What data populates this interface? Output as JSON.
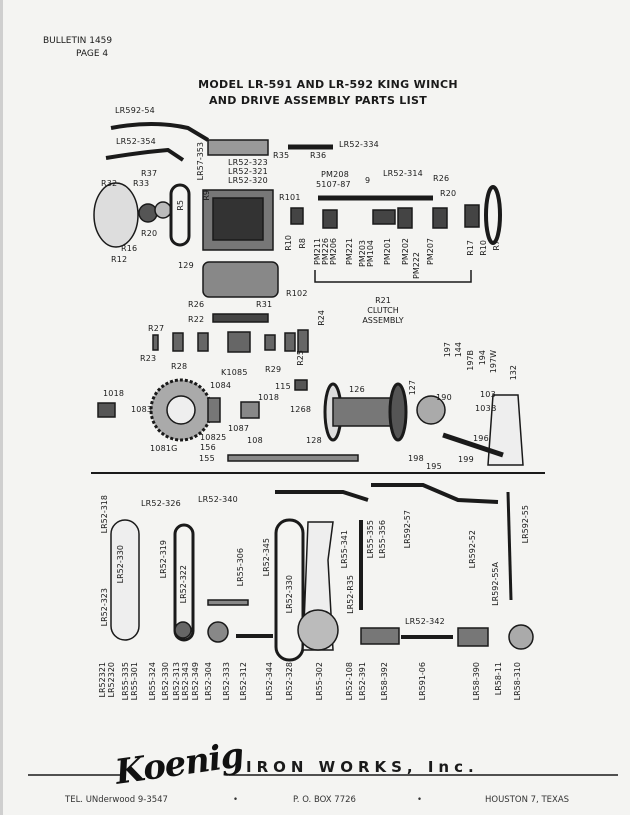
{
  "header": {
    "bulletin": "BULLETIN 1459",
    "page": "PAGE 4"
  },
  "title": {
    "line1": "MODEL LR-591 AND LR-592 KING WINCH",
    "line2": "AND DRIVE ASSEMBLY PARTS LIST"
  },
  "parts": {
    "top": [
      "LR592-54",
      "LR52-354",
      "LR57-353",
      "LR52-323",
      "LR52-321",
      "LR52-320",
      "R35",
      "R36",
      "LR52-334",
      "R37",
      "R33",
      "R32",
      "R5",
      "R9",
      "R101",
      "R20",
      "R16",
      "R12",
      "R10",
      "R8",
      "PM208",
      "5107-87",
      "9",
      "LR52-314",
      "R26",
      "R20",
      "PM211",
      "PM226",
      "PM206",
      "PM221",
      "PM203",
      "PM104",
      "PM201",
      "PM202",
      "PM222",
      "PM207",
      "R17",
      "R10",
      "R7",
      "129",
      "R102"
    ],
    "clutch": {
      "number": "R21",
      "line1": "CLUTCH",
      "line2": "ASSEMBLY"
    },
    "mid": [
      "R26",
      "R31",
      "R22",
      "R27",
      "R23",
      "R28",
      "K1085",
      "R29",
      "R25",
      "R24",
      "1018",
      "1083",
      "1081G",
      "1084",
      "1018",
      "1087",
      "10825",
      "108",
      "156",
      "155",
      "115",
      "126",
      "1268",
      "128",
      "127",
      "190",
      "197",
      "144",
      "197B",
      "194",
      "197W",
      "132",
      "103",
      "103B",
      "196",
      "198",
      "195",
      "199"
    ],
    "bottom": [
      "LR52-318",
      "LR52-326",
      "LR52-340",
      "LR52-330",
      "LR52-323",
      "LR52-319",
      "LR52-322",
      "LR55-306",
      "LR52-345",
      "LR52-330",
      "LR55-341",
      "LR52-R35",
      "LR55-355",
      "LR55-356",
      "LR592-57",
      "LR592-52",
      "LR592-55A",
      "LR592-55",
      "LR52-342"
    ],
    "bottom_row": [
      "LR52321",
      "LR52320",
      "LR55-335",
      "LR55-301",
      "LR55-324",
      "LR52-330",
      "LR52-313",
      "LR52-343",
      "LR52-349",
      "LR52-304",
      "LR52-333",
      "LR52-312",
      "LR52-344",
      "LR52-328",
      "LR55-302",
      "LR52-108",
      "LR52-391",
      "LR58-392",
      "LR591-06",
      "LR58-390",
      "LR58-11",
      "LR58-310"
    ]
  },
  "footer": {
    "logo": "Koenig",
    "company": "IRON WORKS, Inc.",
    "phone": "TEL. UNderwood 9-3547",
    "bullet": "•",
    "box": "P. O. BOX 7726",
    "city": "HOUSTON 7, TEXAS"
  }
}
